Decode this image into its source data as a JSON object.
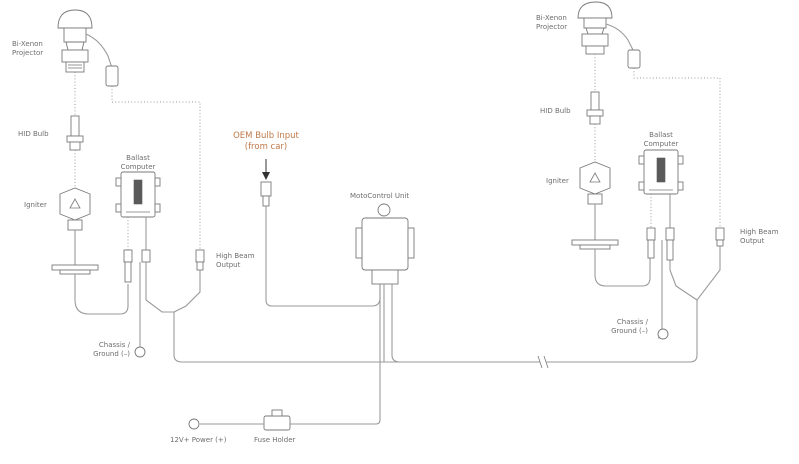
{
  "labels": {
    "left_projector": "Bi-Xenon\nProjector",
    "right_projector": "Bi-Xenon\nProjector",
    "left_hid_bulb": "HID Bulb",
    "right_hid_bulb": "HID Bulb",
    "left_igniter": "Igniter",
    "right_igniter": "Igniter",
    "left_ballast": "Ballast\nComputer",
    "right_ballast": "Ballast\nComputer",
    "left_high_beam": "High Beam\nOutput",
    "right_high_beam": "High Beam\nOutput",
    "left_chassis": "Chassis /\nGround (–)",
    "right_chassis": "Chassis /\nGround (–)",
    "oem_input": "OEM Bulb Input\n(from car)",
    "moto_unit": "MotoControl Unit",
    "power": "12V+ Power (+)",
    "fuse": "Fuse Holder"
  },
  "colors": {
    "accent": "#c07a4a",
    "line": "#9a9a9a",
    "text": "#6e6e6e"
  }
}
